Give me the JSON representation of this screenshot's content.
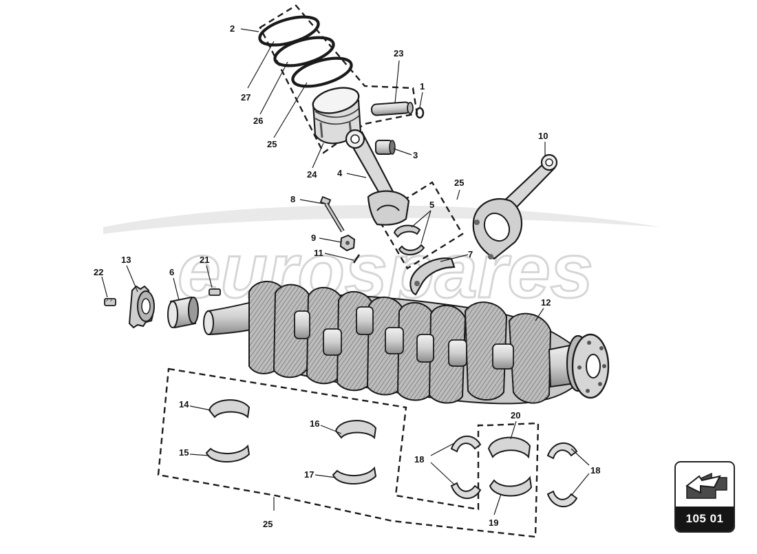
{
  "diagram": {
    "watermark": "eurospares",
    "page_code": "105 01",
    "callouts": {
      "c2": "2",
      "c27": "27",
      "c26": "26",
      "c25_rings": "25",
      "c24": "24",
      "c23": "23",
      "c1": "1",
      "c3": "3",
      "c4": "4",
      "c10": "10",
      "c8": "8",
      "c9": "9",
      "c11": "11",
      "c25_bearings": "25",
      "c5": "5",
      "c7": "7",
      "c22": "22",
      "c13": "13",
      "c6": "6",
      "c21": "21",
      "c12": "12",
      "c14": "14",
      "c15": "15",
      "c16": "16",
      "c17": "17",
      "c25_main": "25",
      "c18_left": "18",
      "c20": "20",
      "c19": "19",
      "c18_right": "18"
    }
  },
  "colors": {
    "ink": "#1a1a1a",
    "part_fill": "#e8e8e8",
    "part_shade": "#9a9a9a",
    "watermark": "#d6d6d6"
  }
}
